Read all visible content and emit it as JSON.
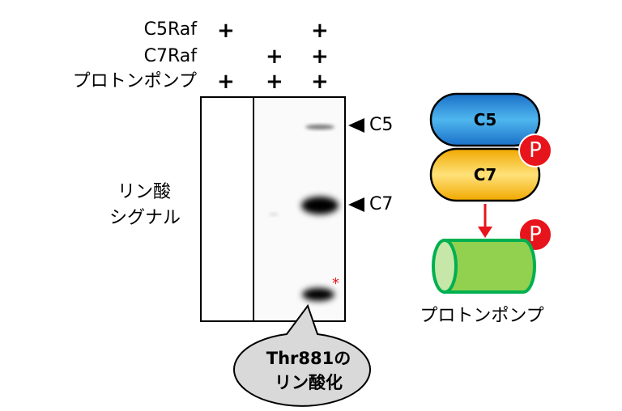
{
  "rows": {
    "c5raf": "C5Raf",
    "c7raf": "C7Raf",
    "pump": "プロトンポンプ"
  },
  "plus_sign": "+",
  "lanes": [
    {
      "c5raf": true,
      "c7raf": false,
      "pump": true
    },
    {
      "c5raf": false,
      "c7raf": true,
      "pump": true
    },
    {
      "c5raf": true,
      "c7raf": true,
      "pump": true
    }
  ],
  "y_label": [
    "リン酸",
    "シグナル"
  ],
  "band_labels": {
    "c5": "C5",
    "c7": "C7"
  },
  "asterisk": "*",
  "callout": {
    "line1": "Thr881の",
    "line2": "リン酸化"
  },
  "diagram": {
    "c5": "C5",
    "c7": "C7",
    "phospho": "P",
    "pump_label": "プロトンポンプ"
  },
  "colors": {
    "phospho": "#e8141b",
    "c5_fill": "#1e8fd8",
    "c7_fill": "#f3b713",
    "pump_fill": "#92d050",
    "pump_stroke": "#00b050"
  }
}
